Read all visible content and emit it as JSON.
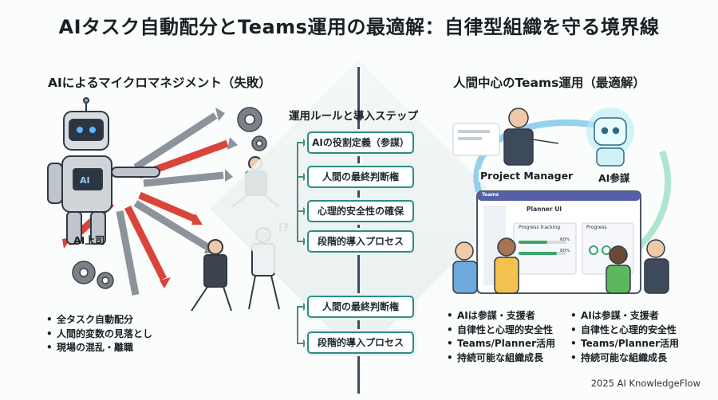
{
  "title": "AIタスク自動配分とTeams運用の最適解：自律型組織を守る境界線",
  "left": {
    "title": "AIによるマイクロマネジメント（失敗）",
    "robot_label": "AI上司",
    "robot_screen": "AI",
    "bullets": [
      "全タスク自動配分",
      "人間的変数の見落とし",
      "現場の混乱・離職"
    ]
  },
  "middle": {
    "title": "運用ルールと導入ステップ",
    "steps_top": [
      "AIの役割定義（参謀）",
      "人間の最終判断権",
      "心理的安全性の確保",
      "段階的導入プロセス"
    ],
    "steps_bottom": [
      "人間の最終判断権",
      "段階的導入プロセス"
    ]
  },
  "right": {
    "title": "人間中心のTeams運用（最適解）",
    "pm_label": "Project Manager",
    "ai_label": "AI参謀",
    "screen": {
      "app": "Teams",
      "planner": "Planner UI",
      "progress_tracking": "Progress tracking",
      "progress": "Progress",
      "pct_a": "60%",
      "pct_b": "80%"
    },
    "bullets_a": [
      "AIは参謀・支援者",
      "自律性と心理的安全性",
      "Teams/Planner活用",
      "持続可能な組織成長"
    ],
    "bullets_b": [
      "AIは参謀・支援者",
      "自律性と心理的安全性",
      "Teams/Planner活用",
      "持続可能な組織成長"
    ]
  },
  "footer": "2025 AI KnowledgeFlow",
  "colors": {
    "accent": "#2e8c84",
    "divider": "#3a4f62",
    "arrow_red": "#d9453a",
    "arrow_gray": "#8c939a"
  }
}
